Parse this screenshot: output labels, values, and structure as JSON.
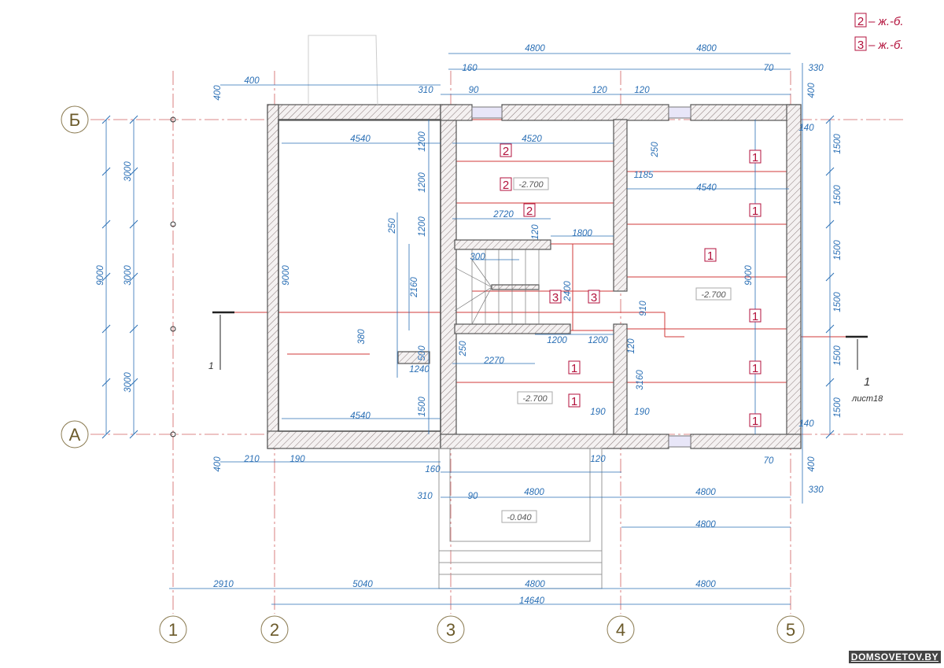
{
  "colors": {
    "dimension": "#2a6fb5",
    "beam": "#d23a3a",
    "mark": "#b3123c",
    "axis_text": "#6b5a2a",
    "wall": "#555555"
  },
  "axes": {
    "vertical": [
      "1",
      "2",
      "3",
      "4",
      "5"
    ],
    "horizontal": [
      "А",
      "Б"
    ]
  },
  "legend": [
    {
      "mark": "2",
      "text": "– ж.-б."
    },
    {
      "mark": "3",
      "text": "– ж.-б."
    }
  ],
  "dimensions": [
    "4800",
    "4800",
    "160",
    "70",
    "330",
    "400",
    "400",
    "310",
    "90",
    "120",
    "120",
    "400",
    "140",
    "4540",
    "1200",
    "4520",
    "250",
    "1185",
    "4540",
    "1200",
    "2720",
    "1200",
    "250",
    "120",
    "1800",
    "300",
    "2160",
    "2400",
    "910",
    "380",
    "500",
    "1200",
    "1200",
    "120",
    "250",
    "1240",
    "2270",
    "3160",
    "1500",
    "4540",
    "190",
    "190",
    "9000",
    "9000",
    "1500",
    "1500",
    "1500",
    "1500",
    "1500",
    "1500",
    "140",
    "3000",
    "3000",
    "3000",
    "9000",
    "400",
    "210",
    "190",
    "120",
    "70",
    "400",
    "160",
    "310",
    "90",
    "4800",
    "4800",
    "330",
    "4800",
    "2910",
    "5040",
    "4800",
    "4800",
    "14640"
  ],
  "levels": [
    "-2.700",
    "-2.700",
    "-2.700",
    "-0.040"
  ],
  "slab_marks": [
    "2",
    "2",
    "2",
    "3",
    "3",
    "1",
    "1",
    "1",
    "1",
    "1",
    "1",
    "1",
    "1"
  ],
  "section": {
    "left_label": "1",
    "right_label": "1",
    "sheet_ref": "лист18"
  },
  "watermark": "DOMSOVETOV.BY"
}
